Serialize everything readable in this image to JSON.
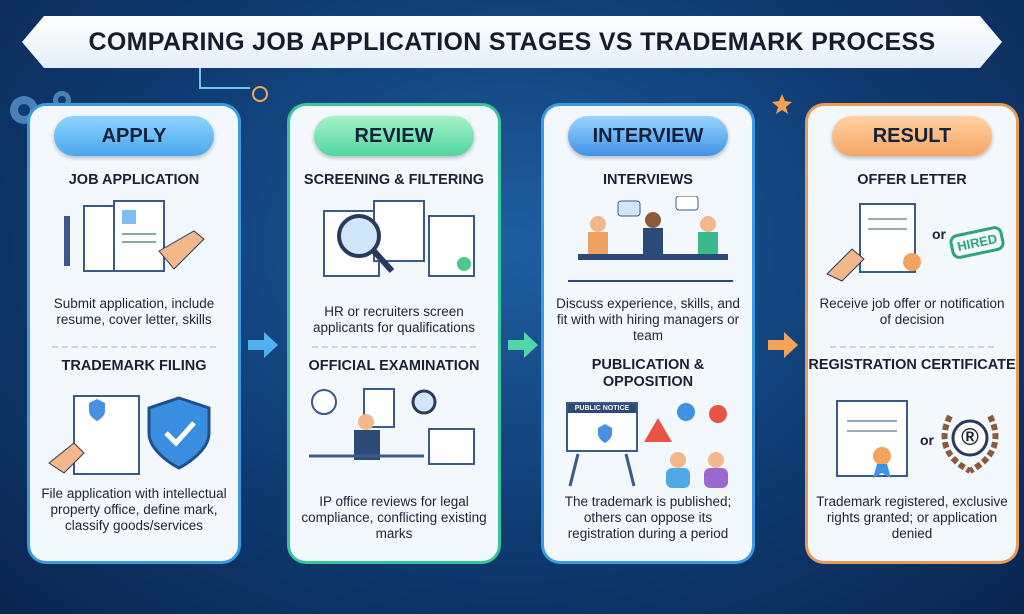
{
  "title": "COMPARING JOB APPLICATION STAGES VS TRADEMARK PROCESS",
  "colors": {
    "apply": "#49a8ee",
    "review": "#4fd6a0",
    "interview": "#3f93e6",
    "result": "#f6a561"
  },
  "stages": [
    {
      "label": "APPLY",
      "job_title": "JOB APPLICATION",
      "job_desc": "Submit application, include resume, cover letter, skills",
      "tm_title": "TRADEMARK FILING",
      "tm_desc": "File application with intellectual property office, define mark, classify goods/services"
    },
    {
      "label": "REVIEW",
      "job_title": "SCREENING & FILTERING",
      "job_desc": "HR or recruiters screen applicants for qualifications",
      "tm_title": "OFFICIAL EXAMINATION",
      "tm_desc": "IP office reviews for legal compliance, conflicting existing marks"
    },
    {
      "label": "INTERVIEW",
      "job_title": "INTERVIEWS",
      "job_desc": "Discuss experience, skills, and fit with with hiring managers or team",
      "tm_title": "PUBLICATION & OPPOSITION",
      "tm_desc": "The trademark is published; others can oppose its registration during a period",
      "sign": "PUBLIC NOTICE"
    },
    {
      "label": "RESULT",
      "job_title": "OFFER LETTER",
      "job_desc": "Receive job offer or notification of decision",
      "tm_title": "REGISTRATION CERTIFICATE",
      "tm_desc": "Trademark registered, exclusive rights granted; or application denied",
      "or1": "or",
      "stamp": "HIRED",
      "or2": "or",
      "reg_symbol": "®"
    }
  ]
}
